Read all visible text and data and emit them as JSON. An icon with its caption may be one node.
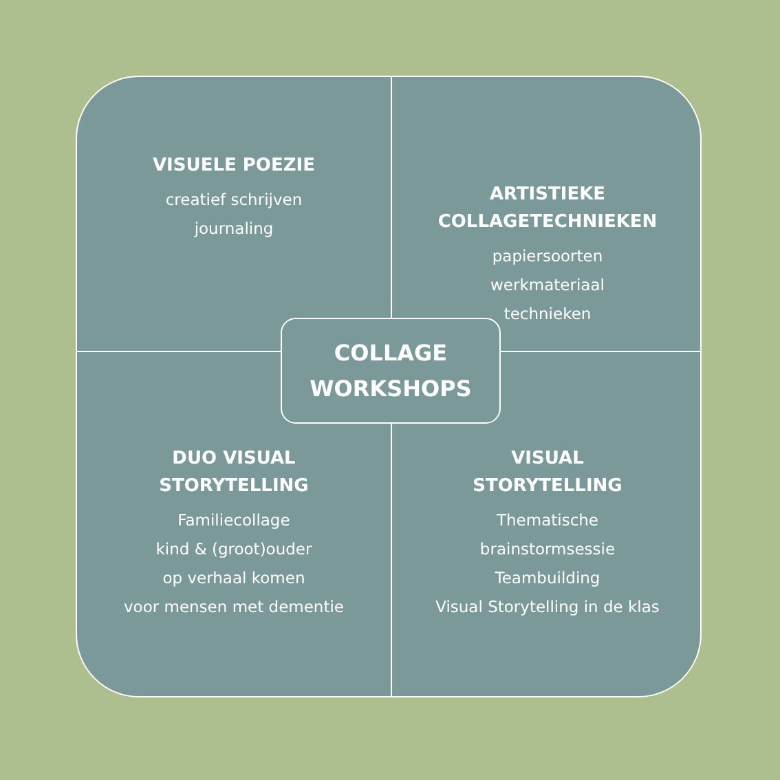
{
  "diagram": {
    "nodes": [
      {
        "text": [],
        "shape": "box"
      },
      {
        "text": [
          "VISUELE POEZIE",
          "creatief schrijven",
          "journaling"
        ],
        "in": 0
      },
      {
        "text": [
          "ARTISTIEKE COLLAGETECHNIEKEN",
          "papiersoorten",
          "werkmateriaal",
          "technieken"
        ],
        "in": 0
      },
      {
        "text": [
          "COLLAGE WORKSHOPS"
        ],
        "in": 0
      },
      {
        "text": [
          "DUO VISUAL STORYTELLING",
          "Familiecollage",
          "kind & (groot)ouder",
          "op verhaal komen",
          "voor mensen met dementie"
        ],
        "in": 0
      },
      {
        "text": [
          "VISUAL STORYTELLING",
          "Thematische",
          "brainstormsessie",
          "Teambuilding",
          "Visual Storytelling in de klas"
        ],
        "in": 0
      }
    ]
  }
}
